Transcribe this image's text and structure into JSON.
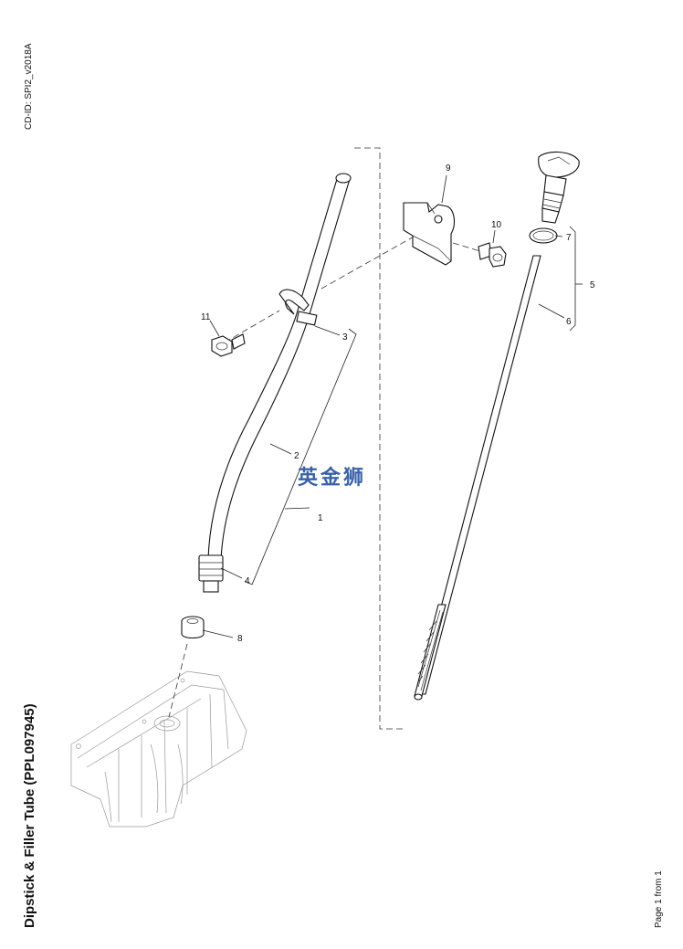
{
  "document": {
    "id": "CD-ID: SPI2_v2018A",
    "title": "Dipstick & Filler Tube (PPL097945)",
    "page": "Page 1 from 1"
  },
  "watermark": "英金狮",
  "callouts": {
    "c1": "1",
    "c2": "2",
    "c3": "3",
    "c4": "4",
    "c5": "5",
    "c6": "6",
    "c7": "7",
    "c8": "8",
    "c9": "9",
    "c10": "10",
    "c11": "11"
  }
}
